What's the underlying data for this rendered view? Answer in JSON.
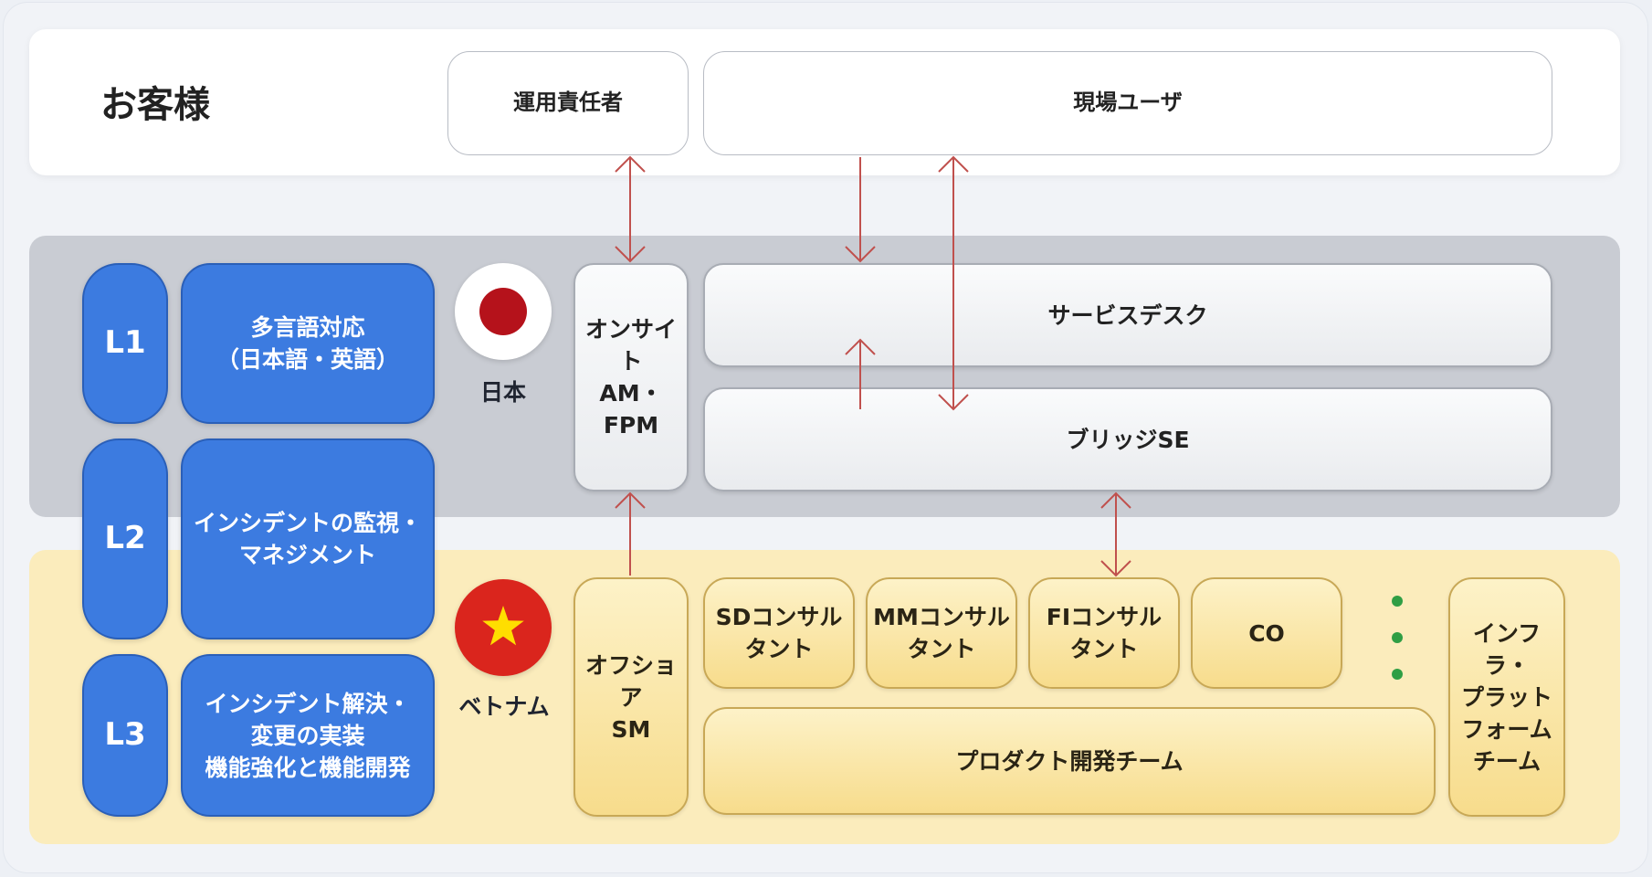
{
  "customer": {
    "title": "お客様",
    "ops_manager": "運用責任者",
    "field_users": "現場ユーザ"
  },
  "levels": [
    {
      "label": "L1",
      "description": "多言語対応\n（日本語・英語）"
    },
    {
      "label": "L2",
      "description": "インシデントの監視・\nマネジメント"
    },
    {
      "label": "L3",
      "description": "インシデント解決・\n変更の実装\n機能強化と機能開発"
    }
  ],
  "japan": {
    "label": "日本",
    "onsite": "オンサイト\nAM・FPM",
    "service_desk": "サービスデスク",
    "bridge_se": "ブリッジSE"
  },
  "vietnam": {
    "label": "ベトナム",
    "offshore": "オフショア\nSM",
    "sd": "SDコンサル\nタント",
    "mm": "MMコンサル\nタント",
    "fi": "FIコンサル\nタント",
    "co": "CO",
    "product_team": "プロダクト開発チーム",
    "infra": "インフラ・\nプラット\nフォーム\nチーム"
  },
  "colors": {
    "arrow": "#c0504d",
    "level_blue": "#3c7be0",
    "japan_red": "#b5121b",
    "vietnam_red": "#da251d",
    "star_yellow": "#ffde00",
    "dot_green": "#2f9e44"
  }
}
